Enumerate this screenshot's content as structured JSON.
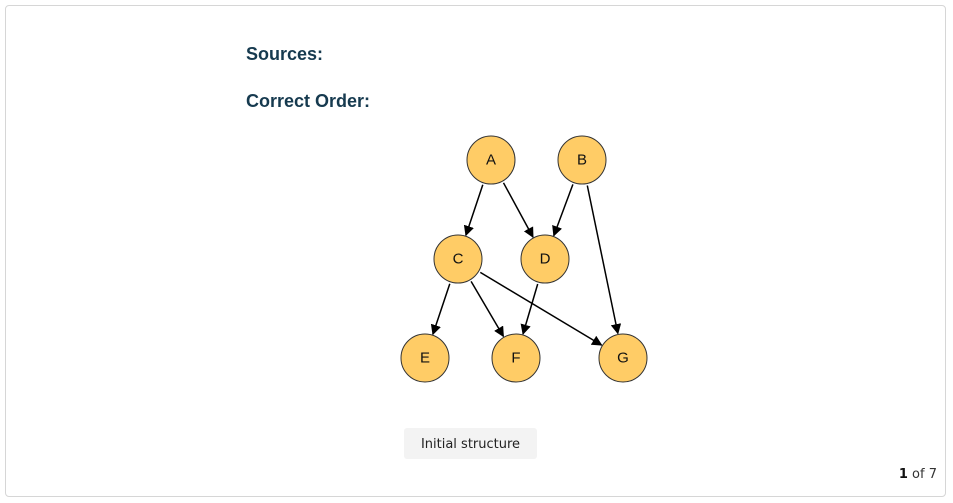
{
  "labels": {
    "sources": "Sources:",
    "correct_order": "Correct Order:"
  },
  "graph": {
    "nodes": [
      {
        "id": "A",
        "label": "A"
      },
      {
        "id": "B",
        "label": "B"
      },
      {
        "id": "C",
        "label": "C"
      },
      {
        "id": "D",
        "label": "D"
      },
      {
        "id": "E",
        "label": "E"
      },
      {
        "id": "F",
        "label": "F"
      },
      {
        "id": "G",
        "label": "G"
      }
    ],
    "edges": [
      {
        "from": "A",
        "to": "C"
      },
      {
        "from": "A",
        "to": "D"
      },
      {
        "from": "B",
        "to": "D"
      },
      {
        "from": "B",
        "to": "G"
      },
      {
        "from": "C",
        "to": "E"
      },
      {
        "from": "C",
        "to": "F"
      },
      {
        "from": "C",
        "to": "G"
      },
      {
        "from": "D",
        "to": "F"
      }
    ],
    "node_color": "#ffcc66",
    "edge_color": "#000000"
  },
  "controls": {
    "step_button_label": "Initial structure"
  },
  "pager": {
    "current": "1",
    "separator": "of",
    "total": "7"
  }
}
